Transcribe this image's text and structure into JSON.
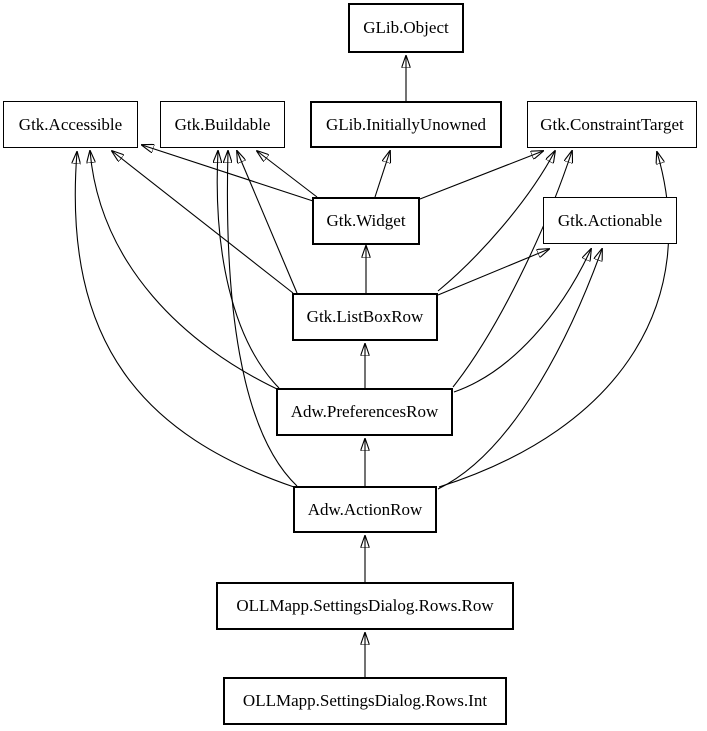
{
  "diagram": {
    "type": "class-inheritance-hierarchy",
    "background_color": "#ffffff",
    "edge_color": "#000000",
    "nodes": [
      {
        "id": "glib-object",
        "label": "GLib.Object",
        "bold": true
      },
      {
        "id": "gtk-accessible",
        "label": "Gtk.Accessible",
        "bold": false
      },
      {
        "id": "gtk-buildable",
        "label": "Gtk.Buildable",
        "bold": false
      },
      {
        "id": "glib-initiallyunowned",
        "label": "GLib.InitiallyUnowned",
        "bold": true
      },
      {
        "id": "gtk-constrainttarget",
        "label": "Gtk.ConstraintTarget",
        "bold": false
      },
      {
        "id": "gtk-widget",
        "label": "Gtk.Widget",
        "bold": true
      },
      {
        "id": "gtk-actionable",
        "label": "Gtk.Actionable",
        "bold": false
      },
      {
        "id": "gtk-listboxrow",
        "label": "Gtk.ListBoxRow",
        "bold": true
      },
      {
        "id": "adw-preferencesrow",
        "label": "Adw.PreferencesRow",
        "bold": true
      },
      {
        "id": "adw-actionrow",
        "label": "Adw.ActionRow",
        "bold": true
      },
      {
        "id": "ollmapp-rows-row",
        "label": "OLLMapp.SettingsDialog.Rows.Row",
        "bold": true
      },
      {
        "id": "ollmapp-rows-int",
        "label": "OLLMapp.SettingsDialog.Rows.Int",
        "bold": true
      }
    ],
    "edges": [
      {
        "from": "glib-initiallyunowned",
        "to": "glib-object"
      },
      {
        "from": "gtk-widget",
        "to": "glib-initiallyunowned"
      },
      {
        "from": "gtk-widget",
        "to": "gtk-accessible"
      },
      {
        "from": "gtk-widget",
        "to": "gtk-buildable"
      },
      {
        "from": "gtk-widget",
        "to": "gtk-constrainttarget"
      },
      {
        "from": "gtk-listboxrow",
        "to": "gtk-widget"
      },
      {
        "from": "gtk-listboxrow",
        "to": "gtk-accessible"
      },
      {
        "from": "gtk-listboxrow",
        "to": "gtk-buildable"
      },
      {
        "from": "gtk-listboxrow",
        "to": "gtk-constrainttarget"
      },
      {
        "from": "gtk-listboxrow",
        "to": "gtk-actionable"
      },
      {
        "from": "adw-preferencesrow",
        "to": "gtk-listboxrow"
      },
      {
        "from": "adw-preferencesrow",
        "to": "gtk-accessible"
      },
      {
        "from": "adw-preferencesrow",
        "to": "gtk-buildable"
      },
      {
        "from": "adw-preferencesrow",
        "to": "gtk-constrainttarget"
      },
      {
        "from": "adw-preferencesrow",
        "to": "gtk-actionable"
      },
      {
        "from": "adw-actionrow",
        "to": "adw-preferencesrow"
      },
      {
        "from": "adw-actionrow",
        "to": "gtk-accessible"
      },
      {
        "from": "adw-actionrow",
        "to": "gtk-buildable"
      },
      {
        "from": "adw-actionrow",
        "to": "gtk-constrainttarget"
      },
      {
        "from": "adw-actionrow",
        "to": "gtk-actionable"
      },
      {
        "from": "ollmapp-rows-row",
        "to": "adw-actionrow"
      },
      {
        "from": "ollmapp-rows-int",
        "to": "ollmapp-rows-row"
      }
    ]
  }
}
